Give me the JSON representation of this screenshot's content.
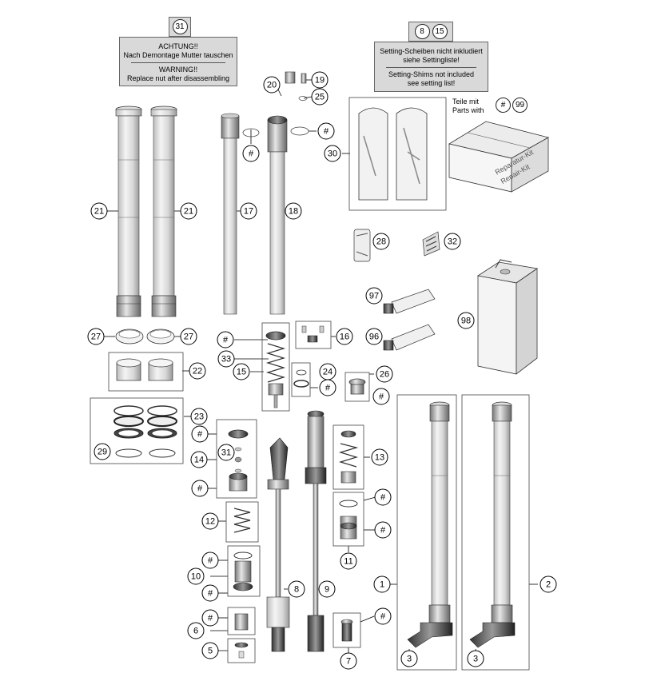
{
  "warning_box": {
    "ref": "31",
    "line1": "ACHTUNG!!",
    "line2": "Nach Demontage Mutter tauschen",
    "line3": "WARNING!!",
    "line4": "Replace nut after disassembling"
  },
  "shims_box": {
    "refs": [
      "8",
      "15"
    ],
    "line1": "Setting-Scheiben nicht inkludiert",
    "line2": "siehe Settingliste!",
    "line3": "Setting-Shims not included",
    "line4": "see setting list!"
  },
  "kit_note": {
    "line1": "Teile mit",
    "line2": "Parts with",
    "refs": [
      "#",
      "99"
    ]
  },
  "kit_box_text": {
    "line1": "Reparatur-Kit",
    "line2": "Repair-Kit"
  },
  "callouts": [
    {
      "id": "21",
      "label": "21"
    },
    {
      "id": "21b",
      "label": "21"
    },
    {
      "id": "17",
      "label": "17"
    },
    {
      "id": "18",
      "label": "18"
    },
    {
      "id": "20",
      "label": "20"
    },
    {
      "id": "19",
      "label": "19"
    },
    {
      "id": "25",
      "label": "25"
    },
    {
      "id": "hash-17",
      "label": "#"
    },
    {
      "id": "hash-18",
      "label": "#"
    },
    {
      "id": "30",
      "label": "30"
    },
    {
      "id": "28",
      "label": "28"
    },
    {
      "id": "32",
      "label": "32"
    },
    {
      "id": "97",
      "label": "97"
    },
    {
      "id": "96",
      "label": "96"
    },
    {
      "id": "98",
      "label": "98"
    },
    {
      "id": "27",
      "label": "27"
    },
    {
      "id": "27b",
      "label": "27"
    },
    {
      "id": "16",
      "label": "16"
    },
    {
      "id": "hash-15",
      "label": "#"
    },
    {
      "id": "33",
      "label": "33"
    },
    {
      "id": "15",
      "label": "15"
    },
    {
      "id": "24",
      "label": "24"
    },
    {
      "id": "hash-24",
      "label": "#"
    },
    {
      "id": "26",
      "label": "26"
    },
    {
      "id": "hash-26",
      "label": "#"
    },
    {
      "id": "22",
      "label": "22"
    },
    {
      "id": "23",
      "label": "23"
    },
    {
      "id": "29",
      "label": "29"
    },
    {
      "id": "hash-14a",
      "label": "#"
    },
    {
      "id": "14",
      "label": "14"
    },
    {
      "id": "31",
      "label": "31"
    },
    {
      "id": "hash-14b",
      "label": "#"
    },
    {
      "id": "13",
      "label": "13"
    },
    {
      "id": "hash-11a",
      "label": "#"
    },
    {
      "id": "hash-11b",
      "label": "#"
    },
    {
      "id": "11",
      "label": "11"
    },
    {
      "id": "12",
      "label": "12"
    },
    {
      "id": "hash-10a",
      "label": "#"
    },
    {
      "id": "10",
      "label": "10"
    },
    {
      "id": "hash-10b",
      "label": "#"
    },
    {
      "id": "8",
      "label": "8"
    },
    {
      "id": "9",
      "label": "9"
    },
    {
      "id": "hash-6",
      "label": "#"
    },
    {
      "id": "6",
      "label": "6"
    },
    {
      "id": "5",
      "label": "5"
    },
    {
      "id": "hash-7",
      "label": "#"
    },
    {
      "id": "7",
      "label": "7"
    },
    {
      "id": "1",
      "label": "1"
    },
    {
      "id": "2",
      "label": "2"
    },
    {
      "id": "3",
      "label": "3"
    },
    {
      "id": "3b",
      "label": "3"
    }
  ]
}
